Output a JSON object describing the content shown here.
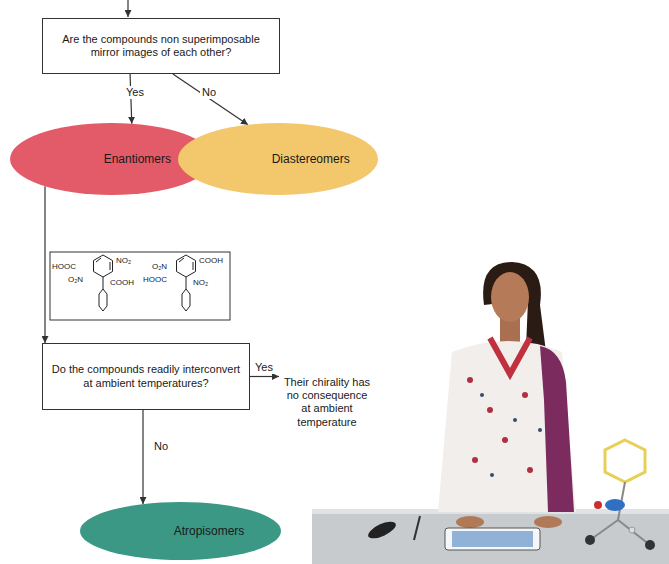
{
  "diagram": {
    "nodes": [
      {
        "text": [
          "Are the compounds non superimposable mirror images of each other?"
        ]
      },
      {
        "text": [
          "Enantiomers"
        ]
      },
      {
        "text": [
          "Diastereomers"
        ]
      },
      {
        "text": [
          "Do the compounds readily interconvert at ambient temperatures?"
        ]
      },
      {
        "text": [
          "Their chirality has no consequence at ambient temperature"
        ]
      },
      {
        "text": [
          "Atropisomers"
        ]
      }
    ],
    "edges": [
      {
        "from": 0,
        "to": 1,
        "label": "Yes",
        "arrow": "to"
      },
      {
        "from": 0,
        "to": 2,
        "label": "No",
        "arrow": "to"
      },
      {
        "from": 1,
        "to": 3,
        "arrow": "to"
      },
      {
        "from": 3,
        "to": 4,
        "label": "Yes",
        "arrow": "to"
      },
      {
        "from": 3,
        "to": 5,
        "label": "No",
        "arrow": "to"
      }
    ],
    "labels": [
      "NO₂",
      "HOOC",
      "O₂N",
      "COOH",
      "COOH",
      "O₂N",
      "HOOC",
      "NO₂"
    ]
  }
}
